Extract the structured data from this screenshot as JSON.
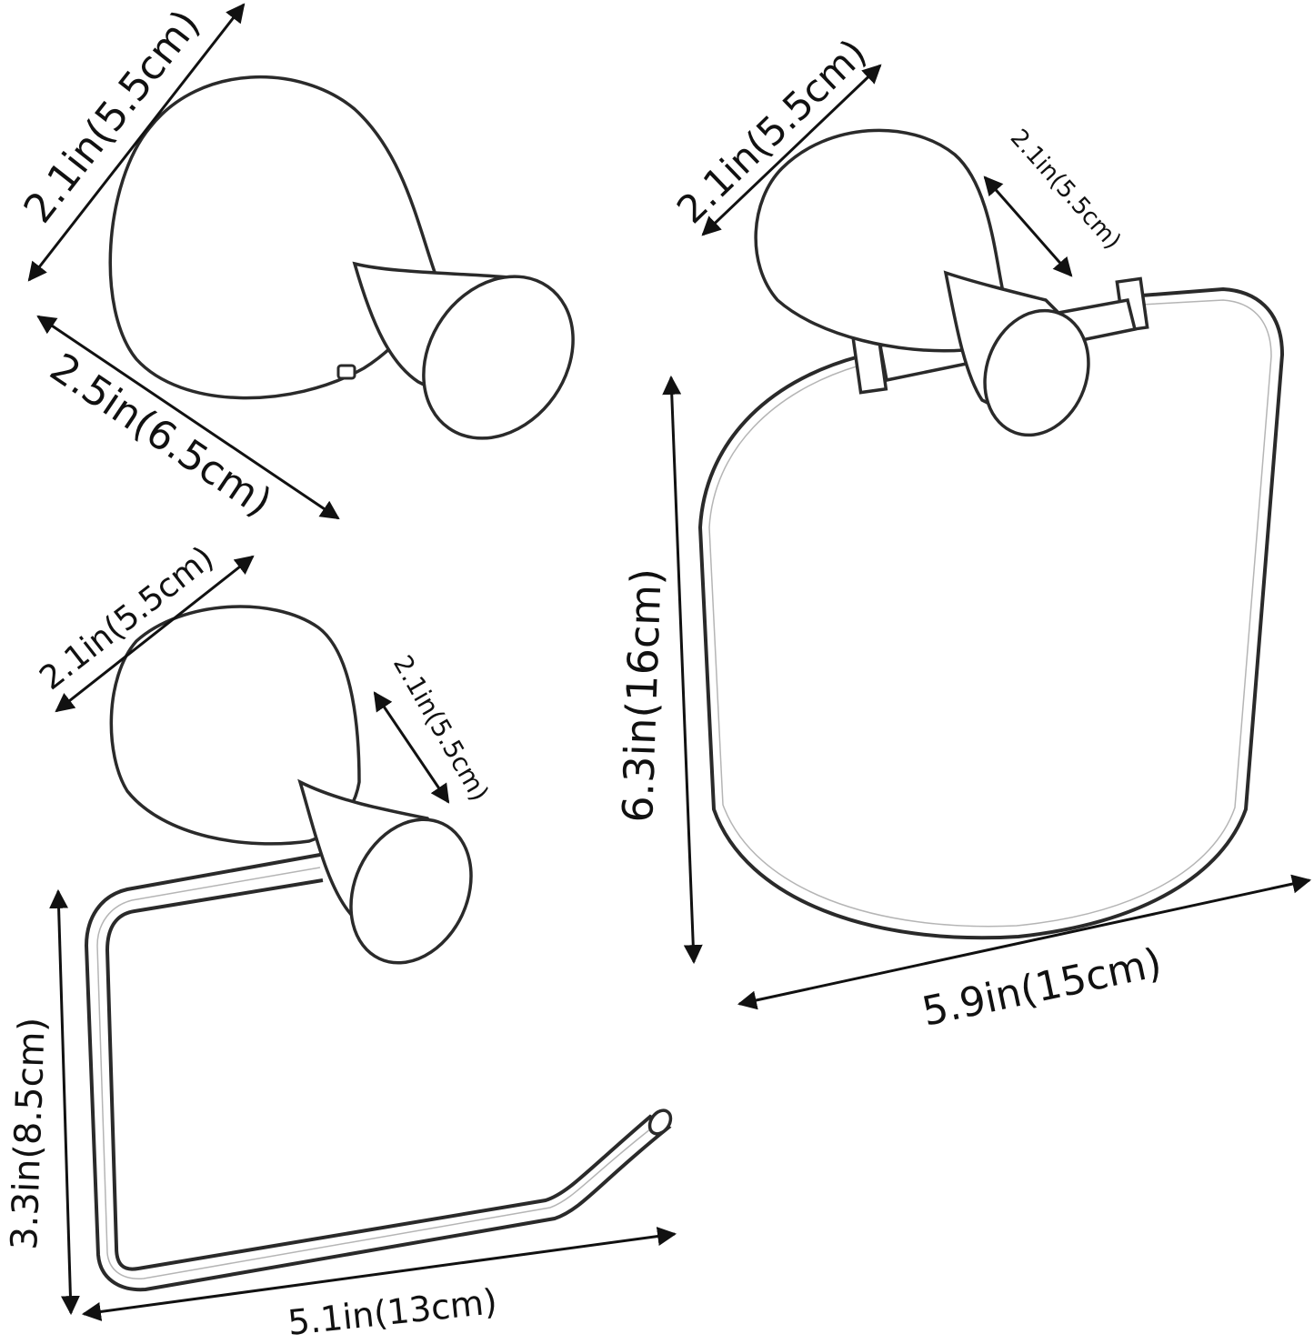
{
  "hook": {
    "height_label": "2.1in(5.5cm)",
    "depth_label": "2.5in(6.5cm)"
  },
  "towel_ring": {
    "base_label": "2.1in(5.5cm)",
    "projection_label": "2.1in(5.5cm)",
    "height_label": "6.3in(16cm)",
    "width_label": "5.9in(15cm)"
  },
  "paper_holder": {
    "base_label": "2.1in(5.5cm)",
    "projection_label": "2.1in(5.5cm)",
    "height_label": "3.3in(8.5cm)",
    "width_label": "5.1in(13cm)"
  },
  "colors": {
    "outline": "#2a2a2a",
    "text": "#111111",
    "background": "#ffffff"
  }
}
